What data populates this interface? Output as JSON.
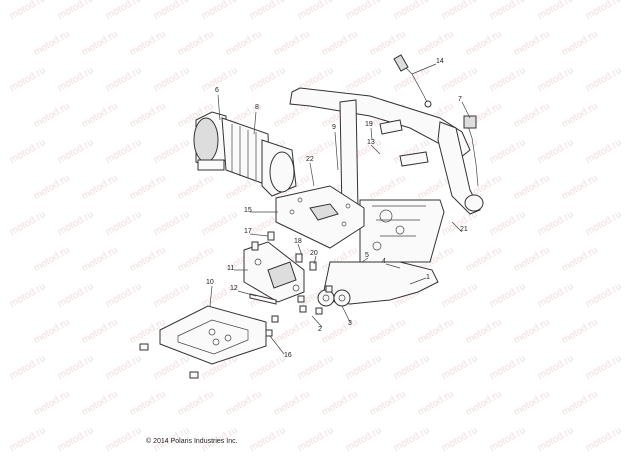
{
  "watermark": "motod.ru",
  "copyright": "© 2014 Polaris Industries Inc.",
  "callouts": [
    "1",
    "2",
    "3",
    "4",
    "5",
    "6",
    "7",
    "8",
    "9",
    "10",
    "11",
    "12",
    "13",
    "14",
    "15",
    "16",
    "17",
    "18",
    "19",
    "20",
    "21",
    "22"
  ]
}
